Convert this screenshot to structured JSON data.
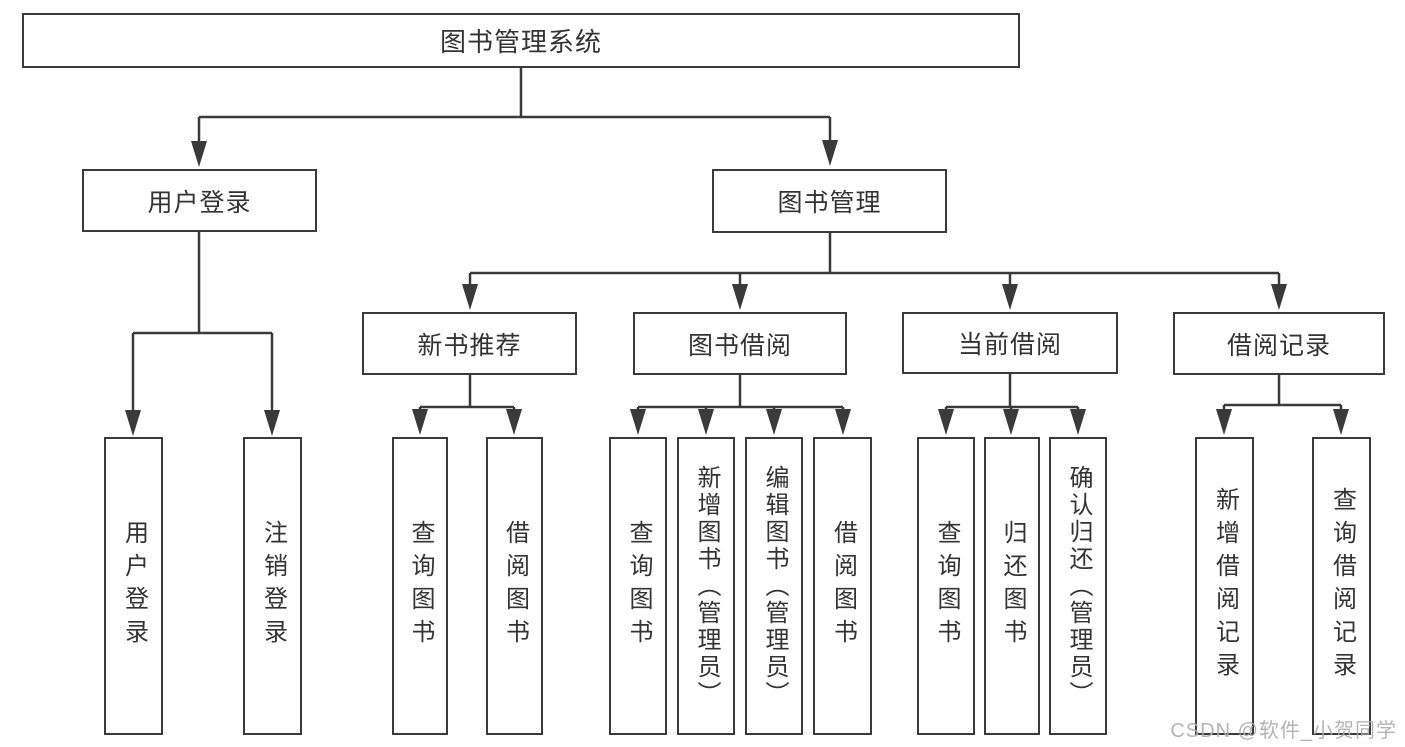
{
  "diagram": {
    "title": "图书管理系统",
    "tree": {
      "root": "图书管理系统",
      "branches": [
        {
          "label": "用户登录",
          "children": [
            "用户登录",
            "注销登录"
          ]
        },
        {
          "label": "图书管理",
          "groups": [
            {
              "label": "新书推荐",
              "children": [
                "查询图书",
                "借阅图书"
              ]
            },
            {
              "label": "图书借阅",
              "children": [
                "查询图书",
                "新增图书（管理员）",
                "编辑图书（管理员）",
                "借阅图书"
              ]
            },
            {
              "label": "当前借阅",
              "children": [
                "查询图书",
                "归还图书",
                "确认归还（管理员）"
              ]
            },
            {
              "label": "借阅记录",
              "children": [
                "新增借阅记录",
                "查询借阅记录"
              ]
            }
          ]
        }
      ]
    },
    "watermark": "CSDN @软件_小贺同学",
    "colors": {
      "line": "#3a3a3a",
      "text": "#333333",
      "box_background": "#ffffff",
      "watermark": "#acacac",
      "page_background": "#ffffff"
    }
  }
}
